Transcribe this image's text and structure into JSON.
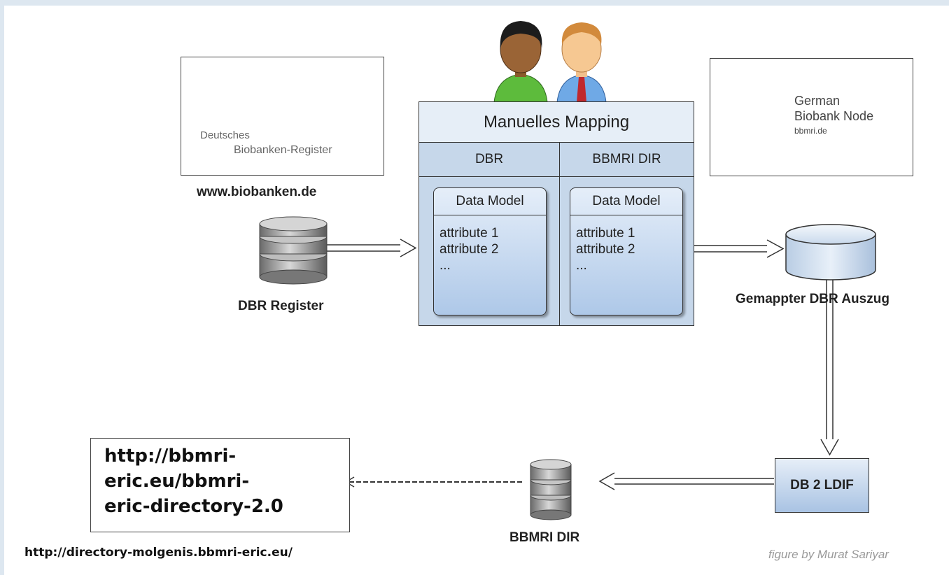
{
  "left_logo": {
    "line1": "Deutsches",
    "line2": "Biobanken-Register",
    "caption": "www.biobanken.de"
  },
  "right_logo": {
    "line1": "German",
    "line2": "Biobank Node",
    "line3": "bbmri.de"
  },
  "mapping": {
    "title": "Manuelles Mapping",
    "columns": [
      {
        "header": "DBR",
        "model_title": "Data Model",
        "attributes": [
          "attribute 1",
          "attribute 2",
          "..."
        ]
      },
      {
        "header": "BBMRI DIR",
        "model_title": "Data Model",
        "attributes": [
          "attribute 1",
          "attribute 2",
          "..."
        ]
      }
    ]
  },
  "nodes": {
    "dbr_register": "DBR Register",
    "gemappter": "Gemappter DBR Auszug",
    "db2ldif": "DB 2 LDIF",
    "bbmri_dir": "BBMRI DIR"
  },
  "url_box": {
    "line1": "http://bbmri-",
    "line2": "eric.eu/bbmri-",
    "line3": "eric-directory-2.0"
  },
  "bottom_url": "http://directory-molgenis.bbmri-eric.eu/",
  "credit": "figure by Murat Sariyar",
  "colors": {
    "frame": "#dde7f0",
    "panel_light": "#e6eef7",
    "panel_mid": "#c6d7ea",
    "inner_gradient_top": "#e5eef9",
    "inner_gradient_bottom": "#aec8e8"
  }
}
